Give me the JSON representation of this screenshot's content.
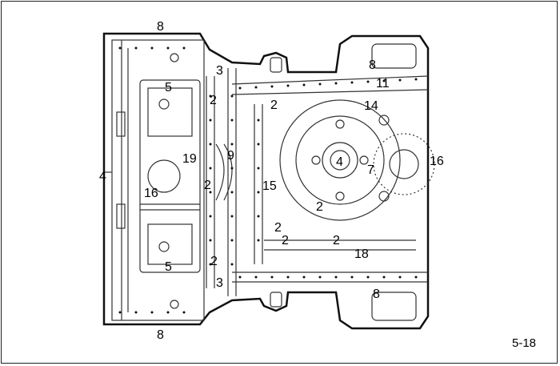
{
  "figure": {
    "ref": "5-18",
    "callouts": [
      {
        "id": "c8a",
        "label": "8"
      },
      {
        "id": "c8b",
        "label": "8"
      },
      {
        "id": "c8c",
        "label": "8"
      },
      {
        "id": "c8d",
        "label": "8"
      },
      {
        "id": "c3a",
        "label": "3"
      },
      {
        "id": "c3b",
        "label": "3"
      },
      {
        "id": "c5a",
        "label": "5"
      },
      {
        "id": "c5b",
        "label": "5"
      },
      {
        "id": "c2a",
        "label": "2"
      },
      {
        "id": "c2b",
        "label": "2"
      },
      {
        "id": "c2c",
        "label": "2"
      },
      {
        "id": "c2d",
        "label": "2"
      },
      {
        "id": "c2e",
        "label": "2"
      },
      {
        "id": "c2f",
        "label": "2"
      },
      {
        "id": "c2g",
        "label": "2"
      },
      {
        "id": "c2h",
        "label": "2"
      },
      {
        "id": "c11",
        "label": "11"
      },
      {
        "id": "c14",
        "label": "14"
      },
      {
        "id": "c9",
        "label": "9"
      },
      {
        "id": "c19",
        "label": "19"
      },
      {
        "id": "c4a",
        "label": "4"
      },
      {
        "id": "c4b",
        "label": "4"
      },
      {
        "id": "c16a",
        "label": "16"
      },
      {
        "id": "c16b",
        "label": "16"
      },
      {
        "id": "c15",
        "label": "15"
      },
      {
        "id": "c7",
        "label": "7"
      },
      {
        "id": "c18",
        "label": "18"
      }
    ]
  }
}
